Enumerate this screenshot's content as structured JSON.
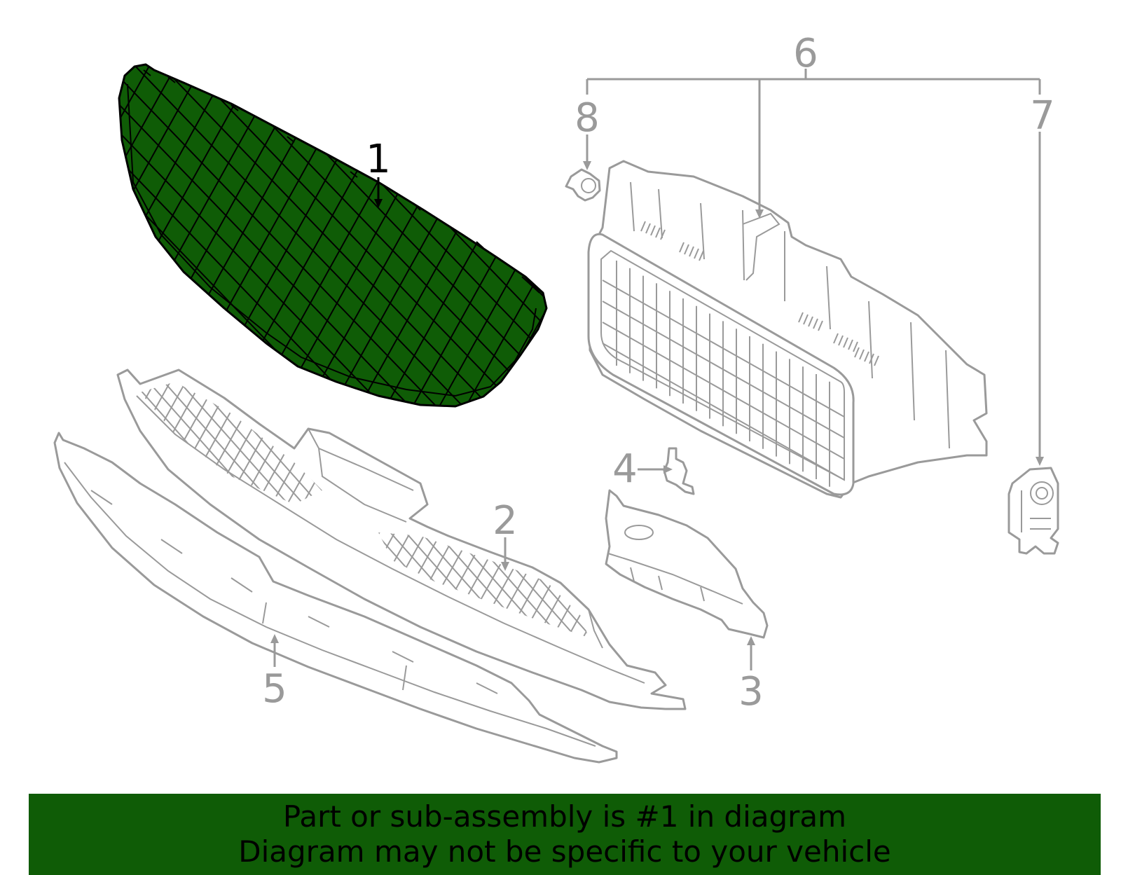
{
  "colors": {
    "highlight": "#0f5c06",
    "part_line": "#9a9a9a",
    "highlight_line": "#000000",
    "banner": "#0f5c06"
  },
  "callouts": [
    {
      "id": "1",
      "label": "1",
      "highlighted": true
    },
    {
      "id": "2",
      "label": "2",
      "highlighted": false
    },
    {
      "id": "3",
      "label": "3",
      "highlighted": false
    },
    {
      "id": "4",
      "label": "4",
      "highlighted": false
    },
    {
      "id": "5",
      "label": "5",
      "highlighted": false
    },
    {
      "id": "6",
      "label": "6",
      "highlighted": false
    },
    {
      "id": "7",
      "label": "7",
      "highlighted": false
    },
    {
      "id": "8",
      "label": "8",
      "highlighted": false
    }
  ],
  "footer": {
    "line1": "Part or sub-assembly is #1 in diagram",
    "line2": "Diagram may not be specific to your vehicle"
  }
}
